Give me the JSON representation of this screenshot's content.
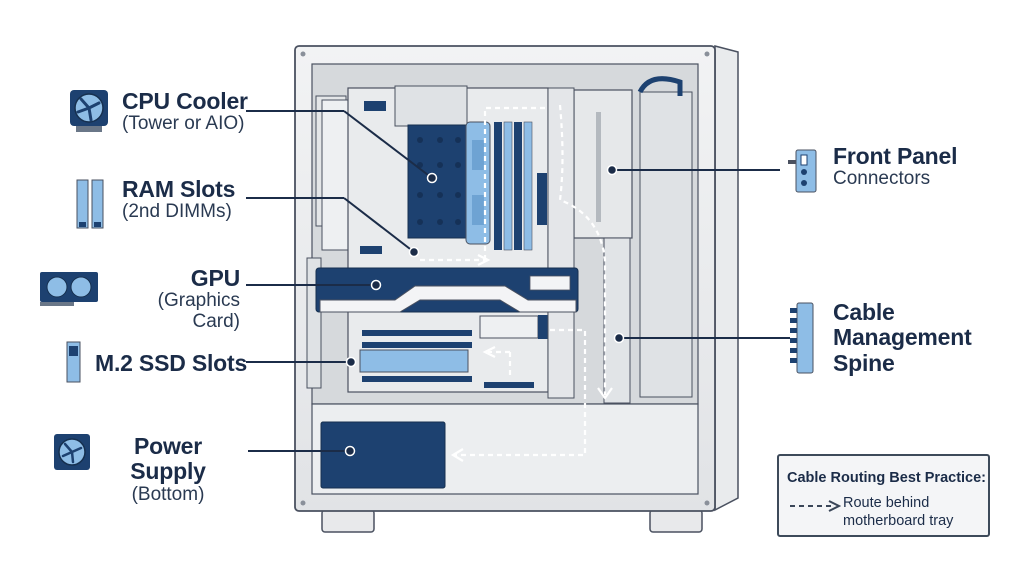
{
  "labels": {
    "cpu_cooler": {
      "title": "CPU Cooler",
      "subtitle": "(Tower or AIO)"
    },
    "ram_slots": {
      "title": "RAM Slots",
      "subtitle": "(2nd DIMMs)"
    },
    "gpu": {
      "title": "GPU",
      "subtitle": "(Graphics Card)"
    },
    "m2_ssd": {
      "title": "M.2 SSD Slots"
    },
    "power_supply": {
      "title": "Power Supply",
      "subtitle": "(Bottom)"
    },
    "front_panel": {
      "title": "Front Panel",
      "subtitle": "Connectors"
    },
    "cable_spine": {
      "line1": "Cable",
      "line2": "Management",
      "line3": "Spine"
    }
  },
  "legend": {
    "title": "Cable Routing Best Practice:",
    "text_line1": "Route behind",
    "text_line2": "motherboard tray"
  },
  "icons": {
    "cpu_cooler": "fan-icon",
    "ram_slots": "ram-stick-icon",
    "gpu": "graphics-card-icon",
    "m2_ssd": "ssd-icon",
    "power_supply": "psu-fan-icon",
    "front_panel": "port-panel-icon",
    "cable_spine": "cable-spine-icon"
  },
  "colors": {
    "navy": "#1d4170",
    "light_blue": "#8ebde6",
    "case_gray": "#e6e8ea",
    "outline": "#4a5160",
    "text": "#1b2c48"
  }
}
